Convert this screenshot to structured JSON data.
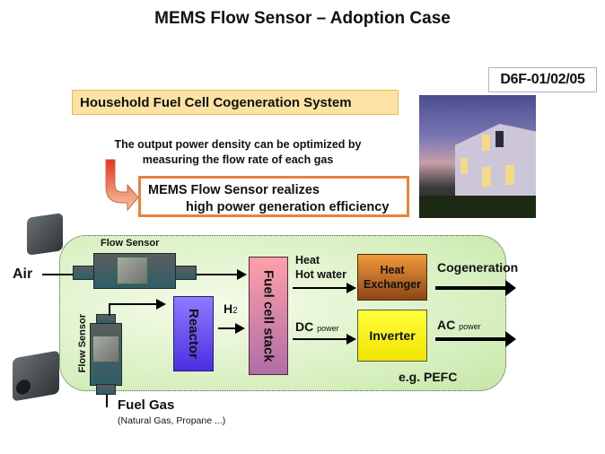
{
  "slide": {
    "title": "MEMS Flow Sensor – Adoption Case",
    "model_badge": "D6F-01/02/05",
    "subtitle": "Household Fuel Cell Cogeneration System",
    "note_line1": "The output  power density can be optimized by",
    "note_line2": "measuring the flow rate of each gas",
    "callout_line1": "MEMS Flow Sensor realizes",
    "callout_line2": "high power generation efficiency",
    "photo": "house-photo"
  },
  "diagram": {
    "air_label": "Air",
    "flow_sensor_top_label": "Flow Sensor",
    "flow_sensor_side_label": "Flow Sensor",
    "reactor_label": "Reactor",
    "h2_label": "H",
    "h2_sub": "2",
    "stack_label": "Fuel cell stack",
    "heat_label1": "Heat",
    "heat_label2": "Hot water",
    "dc_label": "DC",
    "dc_sub": "power",
    "heat_exchanger_line1": "Heat",
    "heat_exchanger_line2": "Exchanger",
    "inverter_label": "Inverter",
    "cogeneration_label": "Cogeneration",
    "ac_label": "AC",
    "ac_sub": "power",
    "example_label": "e.g. PEFC",
    "fuel_gas_label": "Fuel Gas",
    "fuel_gas_examples": "(Natural Gas, Propane ...)",
    "colors": {
      "reactor": "#6b52e6",
      "stack": "#e38aa0",
      "heat_exchanger": "#c0651f",
      "inverter": "#f6f200",
      "panel": "#d6efbe",
      "callout_border": "#e8823c",
      "subtitle_bg": "#fde3a3"
    }
  }
}
